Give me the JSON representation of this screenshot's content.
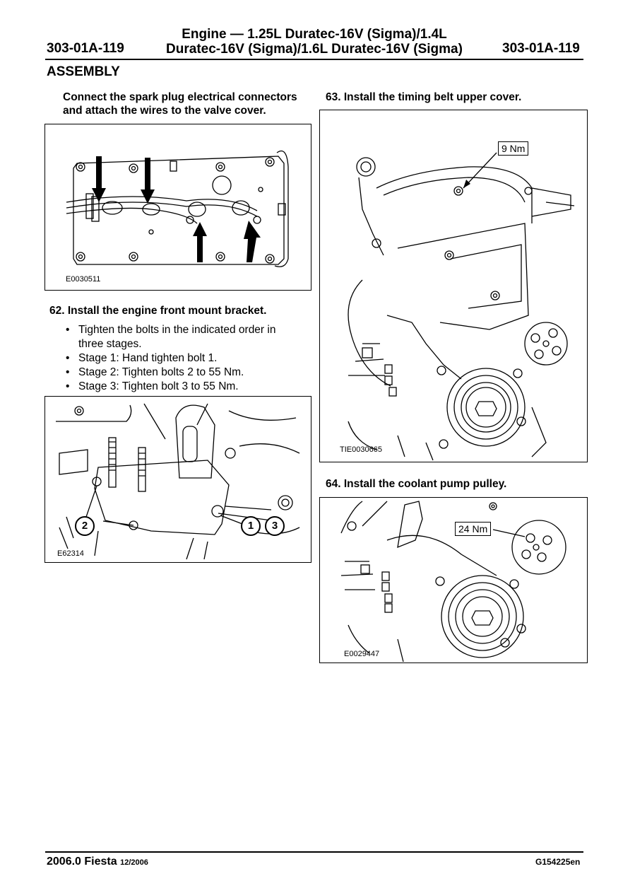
{
  "header": {
    "code_left": "303-01A-119",
    "code_right": "303-01A-119",
    "title_line1": "Engine — 1.25L Duratec-16V (Sigma)/1.4L",
    "title_line2": "Duratec-16V (Sigma)/1.6L Duratec-16V (Sigma)"
  },
  "section_title": "ASSEMBLY",
  "left": {
    "intro": "Connect the spark plug electrical connectors and attach the wires to the valve cover.",
    "fig1_code": "E0030511",
    "step62": {
      "title": "62. Install the engine front mount bracket.",
      "bullets": [
        "Tighten the bolts in the indicated order in three stages.",
        "Stage 1: Hand tighten bolt 1.",
        "Stage 2: Tighten bolts 2 to 55 Nm.",
        "Stage 3: Tighten bolt 3 to 55 Nm."
      ]
    },
    "fig2_code": "E62314",
    "fig2_callouts": [
      "1",
      "2",
      "3"
    ]
  },
  "right": {
    "step63": "63. Install the timing belt upper cover.",
    "fig3_torque": "9 Nm",
    "fig3_code": "TIE0030665",
    "step64": "64. Install the coolant pump pulley.",
    "fig4_torque": "24 Nm",
    "fig4_code": "E0029447"
  },
  "footer": {
    "model": "2006.0 Fiesta",
    "date": "12/2006",
    "doc_id": "G154225en"
  }
}
